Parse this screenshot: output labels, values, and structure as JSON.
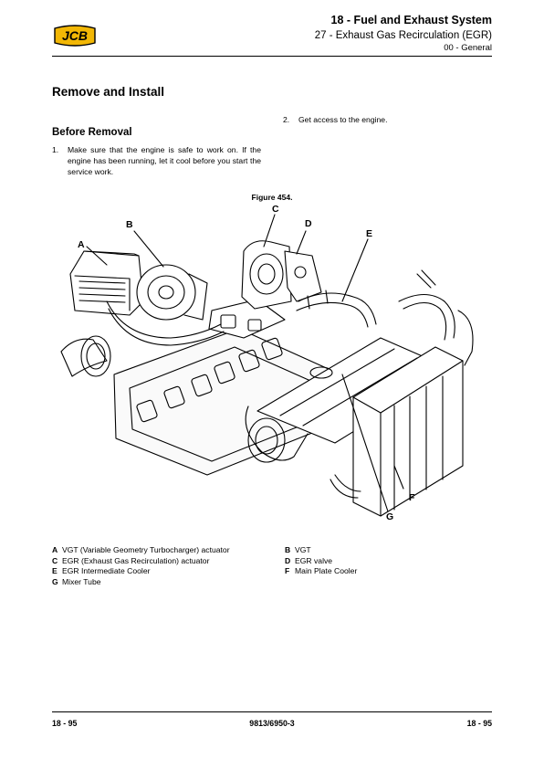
{
  "header": {
    "brand": "JCB",
    "chapter": "18 - Fuel and Exhaust System",
    "section": "27 - Exhaust Gas Recirculation (EGR)",
    "subsection": "00 - General"
  },
  "main": {
    "title": "Remove and Install",
    "before_removal": {
      "heading": "Before Removal",
      "steps": [
        {
          "num": "1.",
          "text": "Make sure that the engine is safe to work on. If the engine has been running, let it cool before you start the service work."
        },
        {
          "num": "2.",
          "text": "Get access to the engine."
        }
      ]
    },
    "figure": {
      "caption": "Figure 454.",
      "callouts": [
        "A",
        "B",
        "C",
        "D",
        "E",
        "F",
        "G"
      ]
    },
    "legend": [
      {
        "key": "A",
        "label": "VGT (Variable Geometry Turbocharger) actuator"
      },
      {
        "key": "B",
        "label": "VGT"
      },
      {
        "key": "C",
        "label": "EGR (Exhaust Gas Recirculation) actuator"
      },
      {
        "key": "D",
        "label": "EGR valve"
      },
      {
        "key": "E",
        "label": "EGR Intermediate Cooler"
      },
      {
        "key": "F",
        "label": "Main Plate Cooler"
      },
      {
        "key": "G",
        "label": "Mixer Tube"
      }
    ]
  },
  "footer": {
    "left": "18 - 95",
    "center": "9813/6950-3",
    "right": "18 - 95"
  }
}
